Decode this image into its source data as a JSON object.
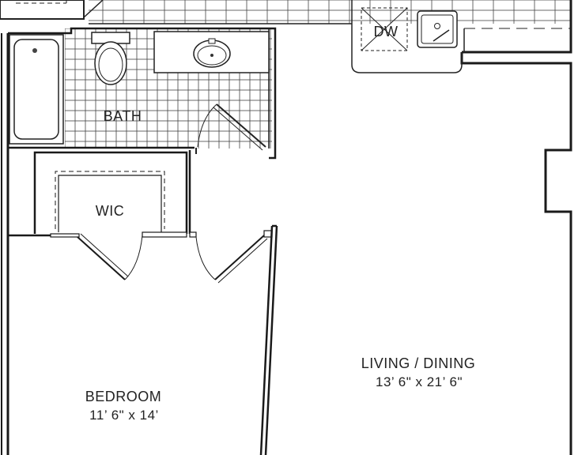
{
  "rooms": {
    "bath": {
      "label": "BATH"
    },
    "wic": {
      "label": "WIC"
    },
    "bedroom": {
      "label": "BEDROOM",
      "dimensions": "11’ 6\" x 14’"
    },
    "living": {
      "label": "LIVING / DINING",
      "dimensions": "13’ 6\" x 21’ 6\""
    }
  },
  "fixtures": {
    "dishwasher": {
      "label": "DW"
    }
  },
  "colors": {
    "wall": "#1a1a1a",
    "line": "#333333",
    "background": "#ffffff"
  }
}
